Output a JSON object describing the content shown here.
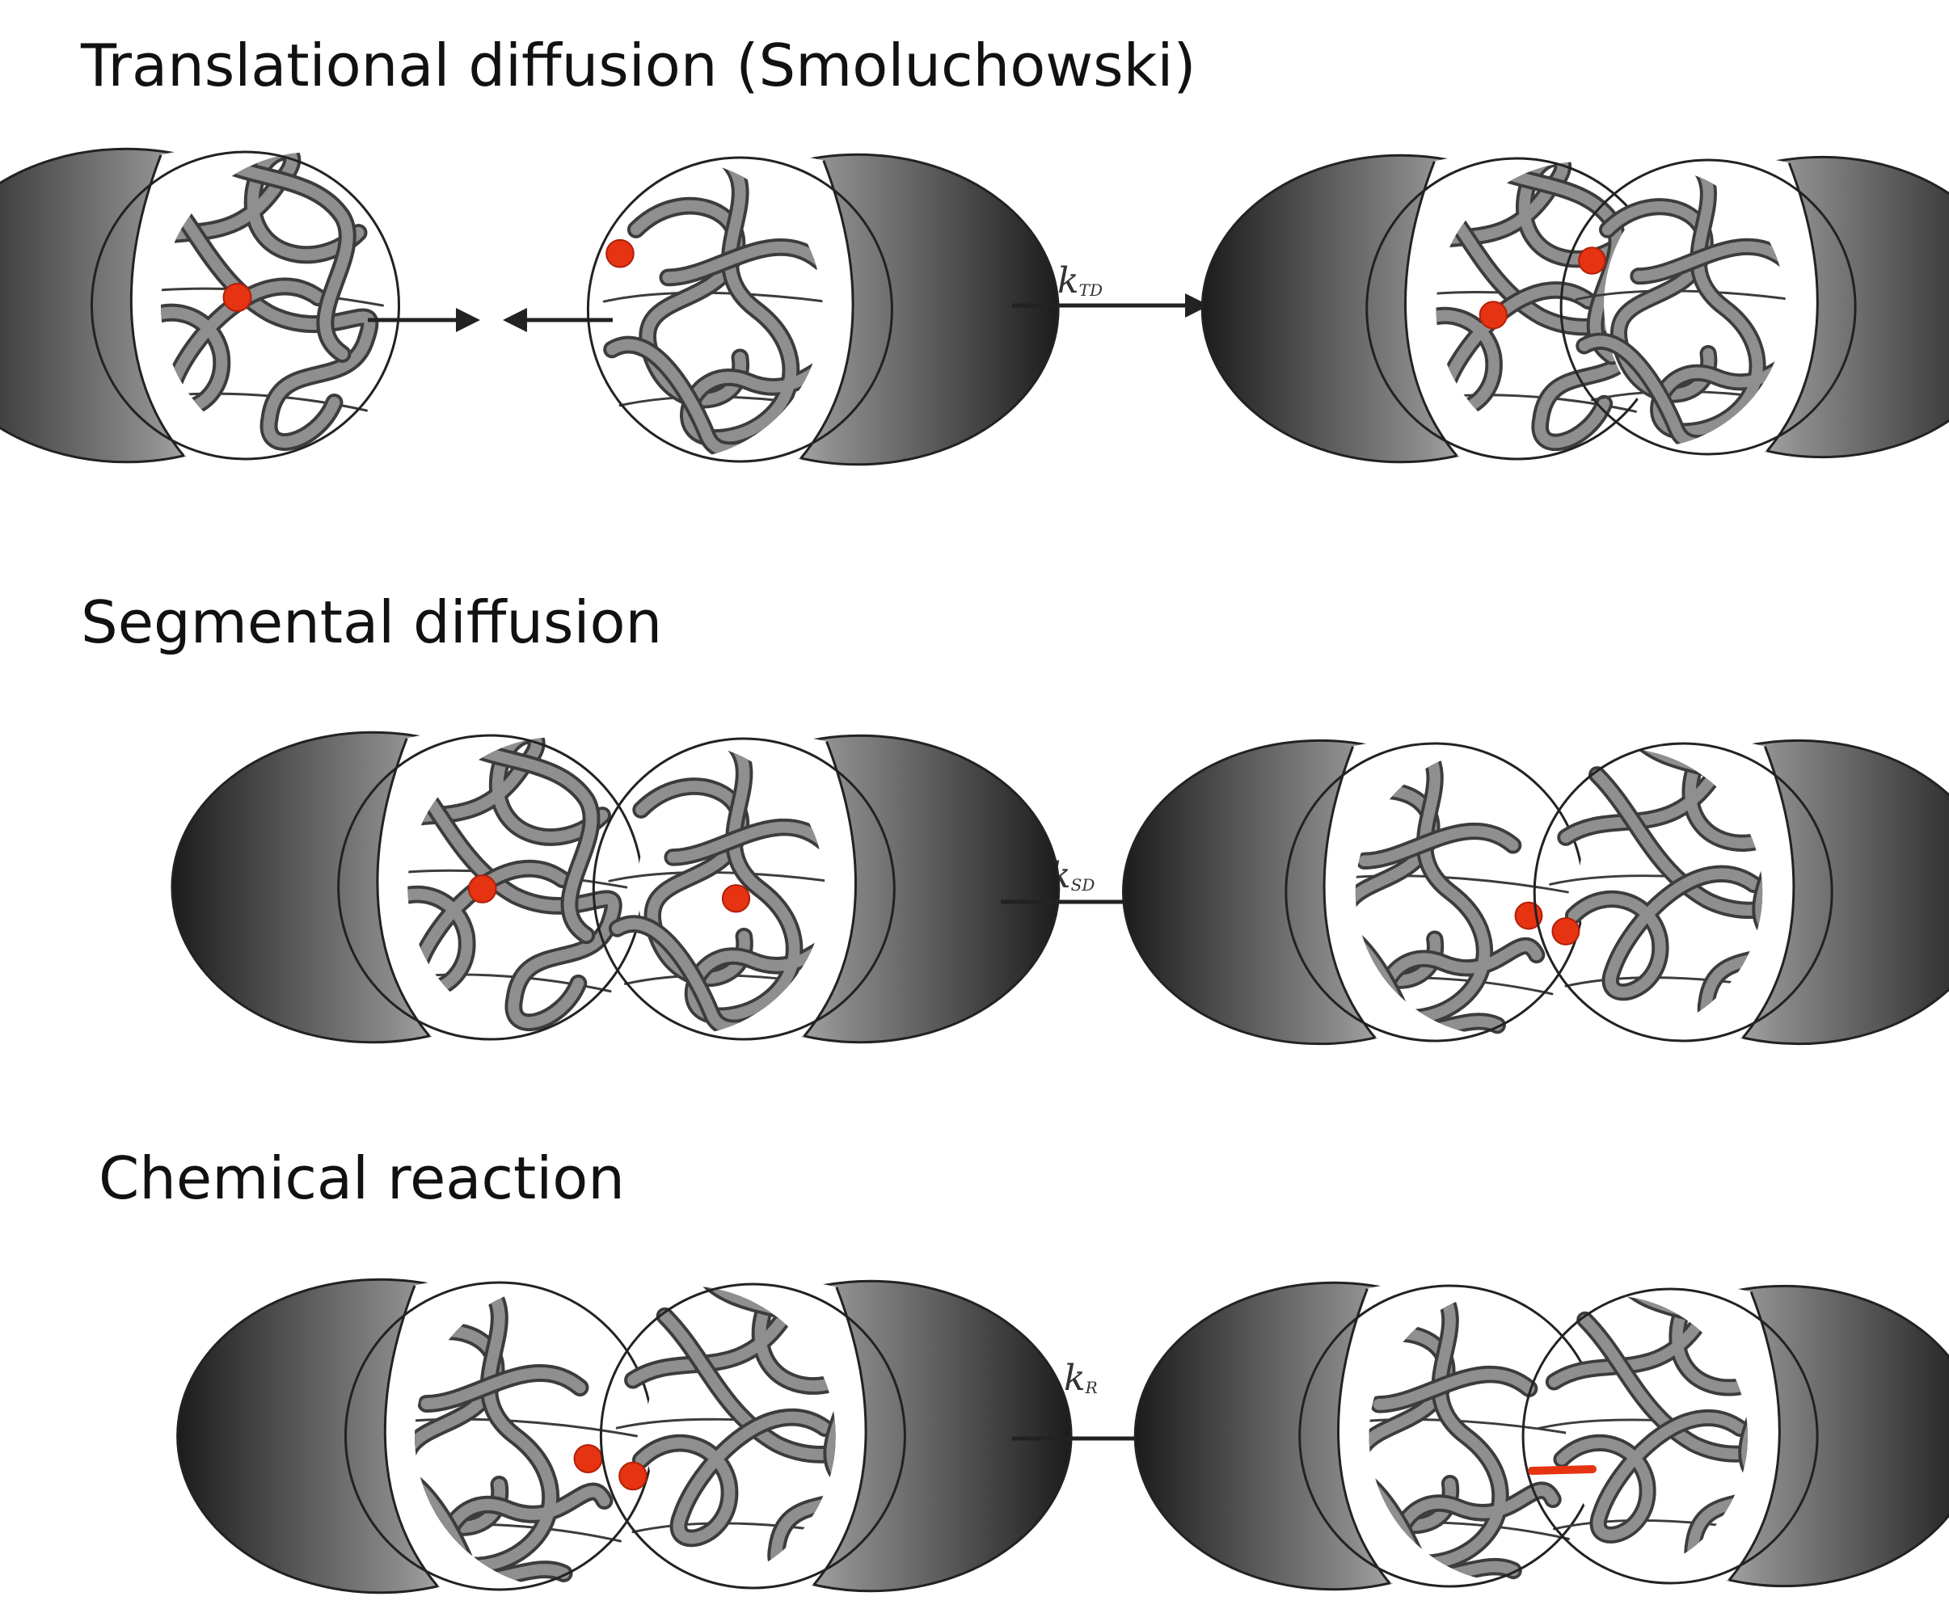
{
  "sections": [
    {
      "title": "Translational  diffusion (Smoluchowski)",
      "rate": {
        "k": "k",
        "sub": "TD"
      }
    },
    {
      "title": "Segmental  diffusion",
      "rate": {
        "k": "k",
        "sub": "SD"
      }
    },
    {
      "title": "Chemical  reaction",
      "rate": {
        "k": "k",
        "sub": "R"
      }
    }
  ],
  "colors": {
    "reactive_site": "#e63312",
    "strand_fill": "#8f8f8f",
    "strand_edge": "#3c3c3c",
    "outline": "#222222",
    "arrow": "#222222",
    "shell_dark": "#1c1c1c",
    "shell_light": "#ffffff"
  }
}
